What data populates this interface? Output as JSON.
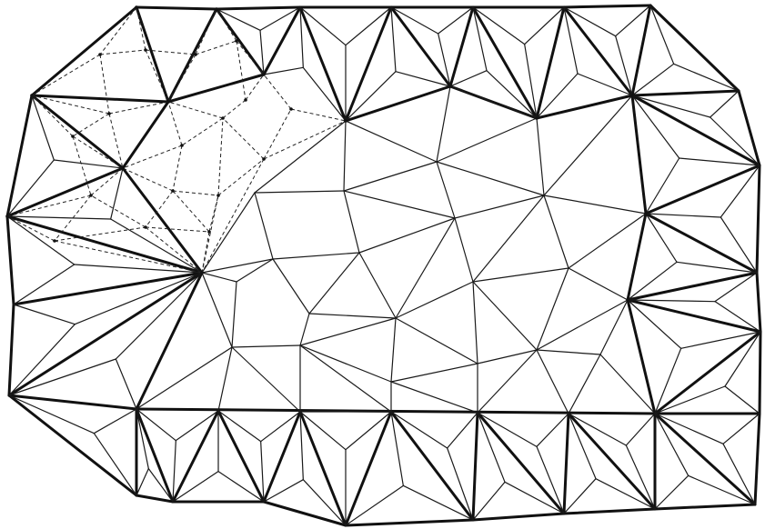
{
  "diagram": {
    "type": "triangular-mesh",
    "ink_color": "#111111",
    "paper_color": "#ffffff",
    "line_styles": [
      "heavy-boundary-elements",
      "thin-interior-edges",
      "dashed-refined-region"
    ]
  }
}
